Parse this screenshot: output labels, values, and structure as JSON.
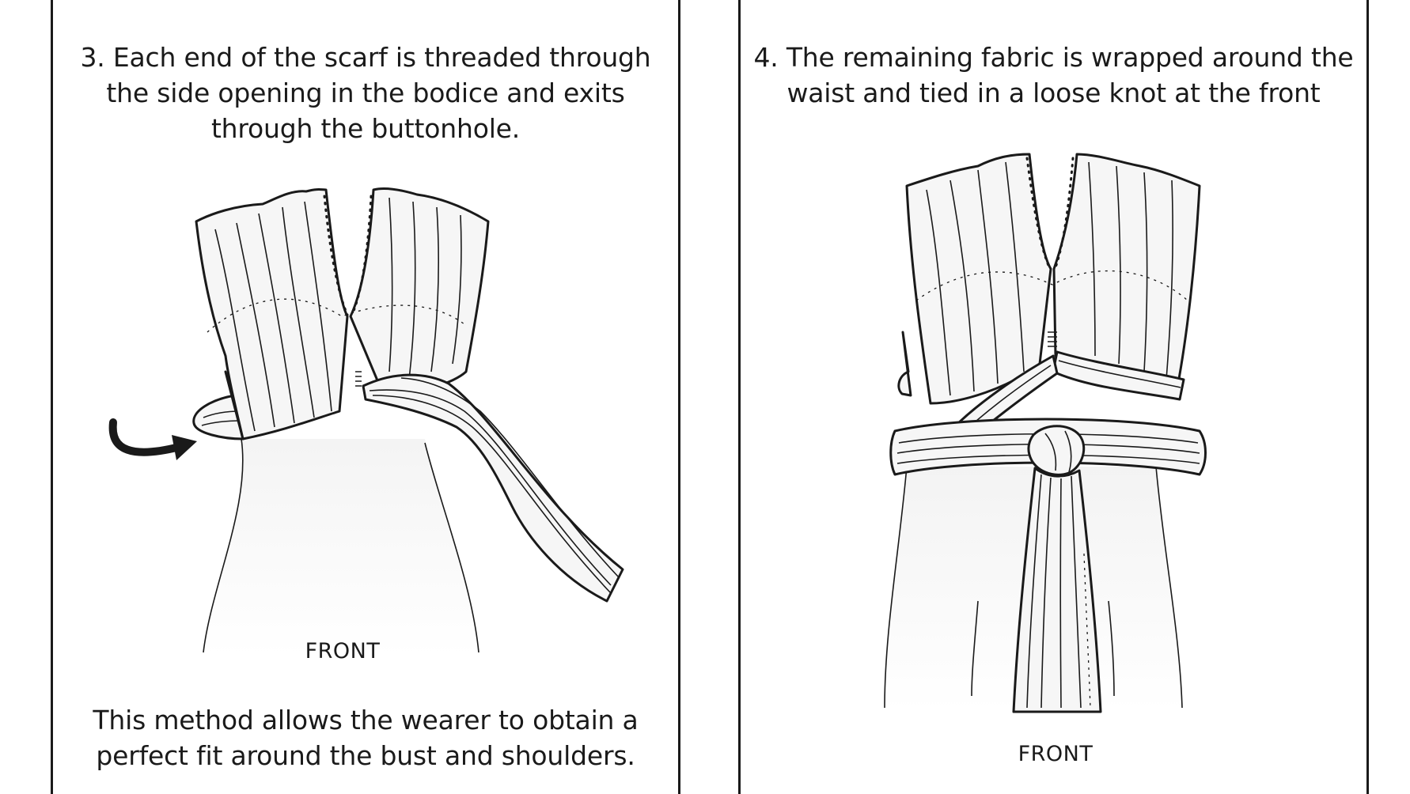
{
  "panels": [
    {
      "caption_lines": [
        "3. Each end of the scarf is threaded through",
        "the side opening in the bodice and exits",
        "through the buttonhole."
      ],
      "view_label": "FRONT",
      "note_lines": [
        "This method allows the wearer to obtain a",
        "perfect fit around the bust and shoulders."
      ]
    },
    {
      "caption_lines": [
        "4. The remaining fabric is wrapped around the",
        "waist and tied in a loose knot at the front"
      ],
      "view_label": "FRONT"
    }
  ],
  "colors": {
    "line": "#1a1a1a",
    "fabric": "#f6f6f6",
    "background": "#ffffff"
  }
}
